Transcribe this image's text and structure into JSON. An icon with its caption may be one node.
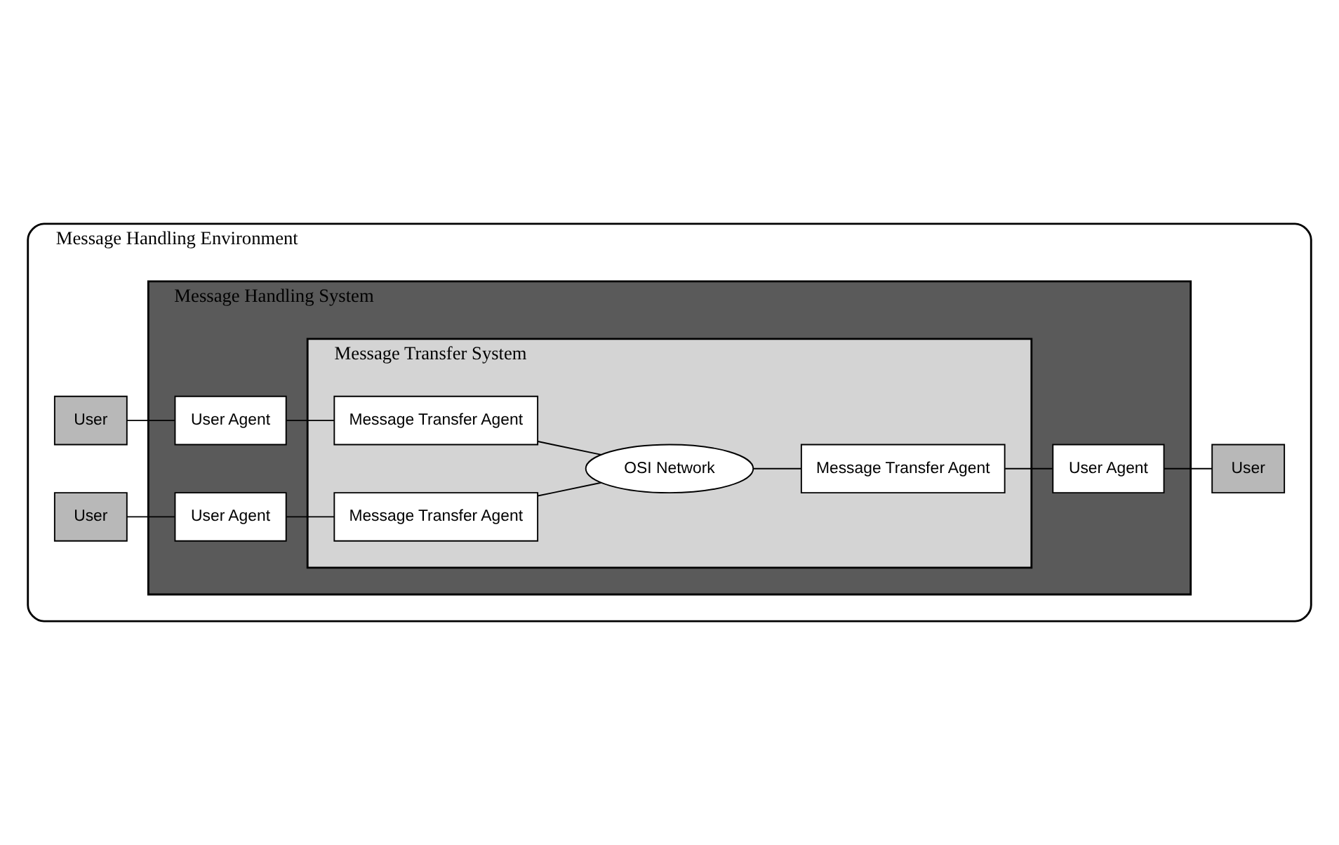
{
  "diagram": {
    "nodes": [
      {
        "text": [
          "Message Handling Environment"
        ]
      },
      {
        "text": [
          "Message Handling System"
        ],
        "in": 0
      },
      {
        "text": [
          "Message Transfer System"
        ],
        "in": 1
      },
      {
        "text": [
          "User"
        ],
        "in": 0
      },
      {
        "text": [
          "User Agent"
        ],
        "in": 1
      },
      {
        "text": [
          "Message Transfer Agent"
        ],
        "in": 2
      },
      {
        "text": [
          "OSI Network"
        ],
        "in": 2
      },
      {
        "text": [
          "Message Transfer Agent"
        ],
        "in": 2
      },
      {
        "text": [
          "User Agent"
        ],
        "in": 1
      },
      {
        "text": [
          "User"
        ],
        "in": 0
      },
      {
        "text": [
          "User"
        ],
        "in": 0
      },
      {
        "text": [
          "User Agent"
        ],
        "in": 1
      },
      {
        "text": [
          "Message Transfer Agent"
        ],
        "in": 2
      }
    ],
    "edges": [
      {
        "from": 3,
        "to": 4,
        "arrow": "none"
      },
      {
        "from": 4,
        "to": 5,
        "arrow": "none"
      },
      {
        "from": 5,
        "to": 6,
        "arrow": "none"
      },
      {
        "from": 6,
        "to": 7,
        "arrow": "none"
      },
      {
        "from": 7,
        "to": 8,
        "arrow": "none"
      },
      {
        "from": 8,
        "to": 9,
        "arrow": "none"
      },
      {
        "from": 10,
        "to": 11,
        "arrow": "none"
      },
      {
        "from": 11,
        "to": 12,
        "arrow": "none"
      },
      {
        "from": 12,
        "to": 6,
        "arrow": "none"
      }
    ]
  }
}
